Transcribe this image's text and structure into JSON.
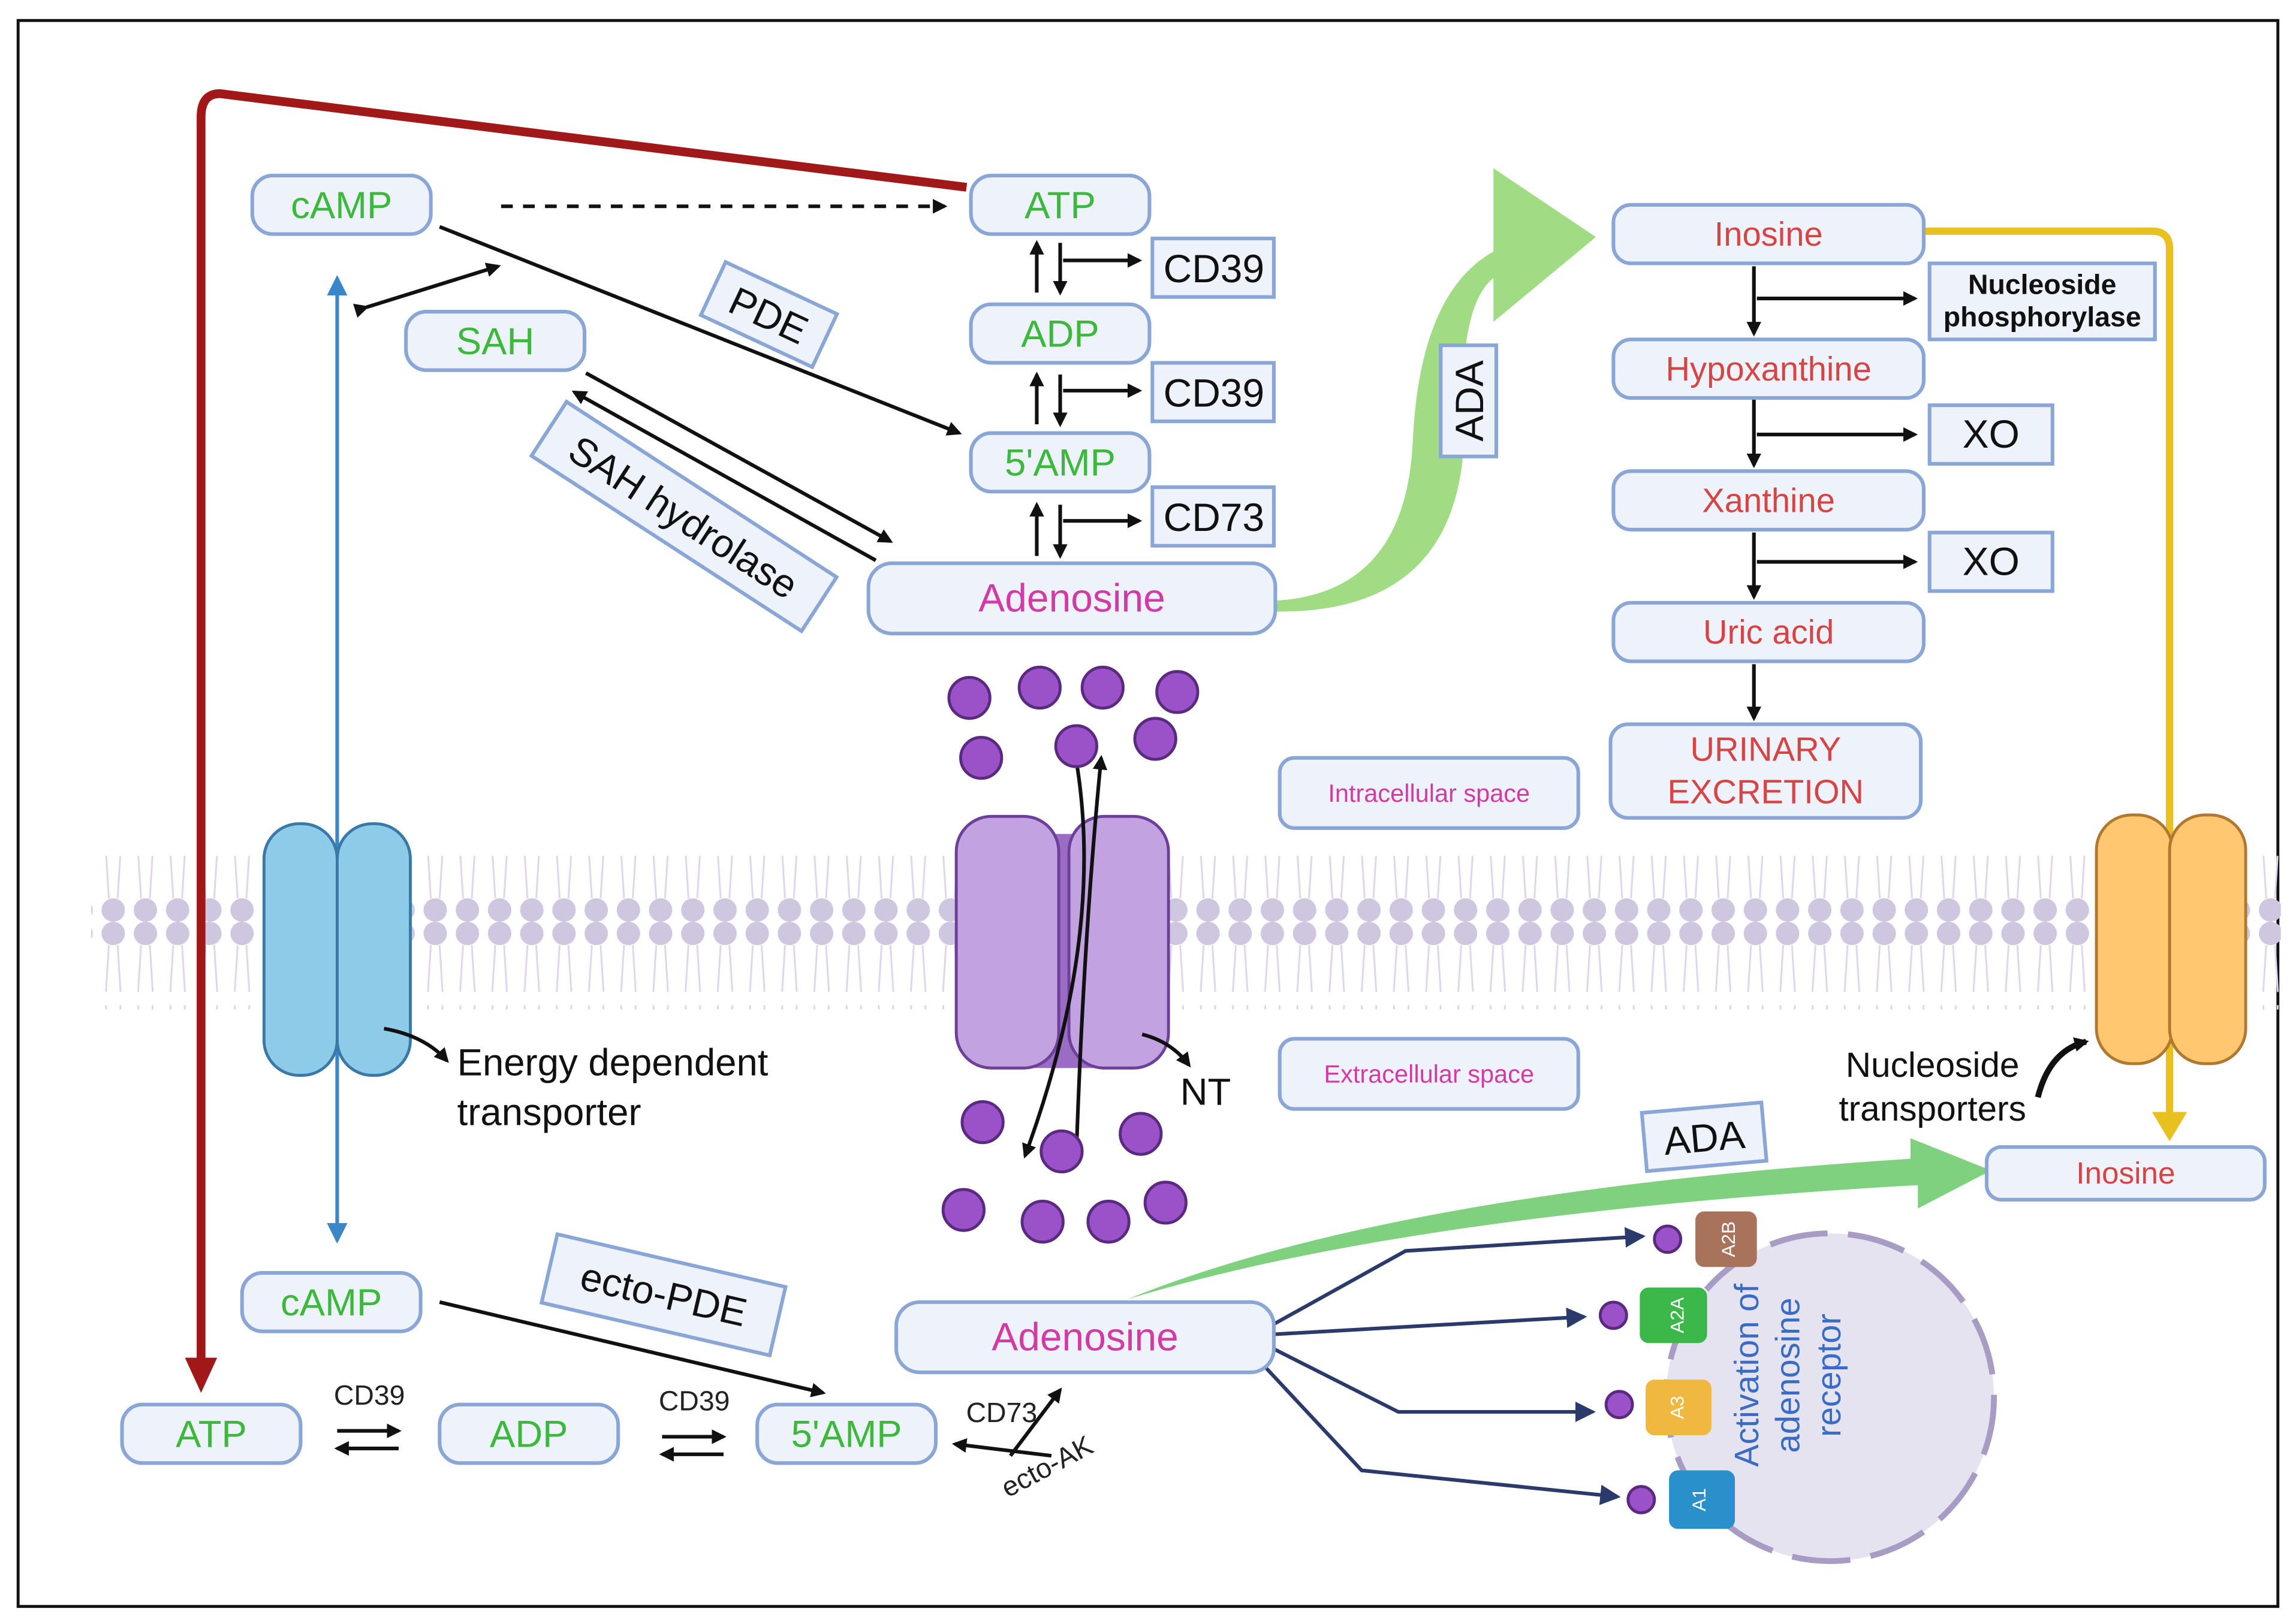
{
  "colors": {
    "green_label": "#3cb83c",
    "adenosine": "#d23aa6",
    "purine": "#d64545",
    "box_fill": "#eef3fb",
    "box_stroke": "#8aa6d6",
    "red_arrow": "#a01818",
    "yellow_arrow": "#e8c020",
    "ada_arrow": "#86d67a",
    "blue_arrow": "#3a86c8",
    "membrane": "#cfc6e0",
    "nt_channel": "#b58ed8",
    "edt_channel": "#8ecbe8",
    "ns_transporter": "#ffc870",
    "receptor_area": "#e6e3f0"
  },
  "intracellular": {
    "camp": "cAMP",
    "atp": "ATP",
    "adp": "ADP",
    "amp": "5'AMP",
    "sah": "SAH",
    "adenosine": "Adenosine",
    "cd39_1": "CD39",
    "cd39_2": "CD39",
    "cd73": "CD73",
    "pde": "PDE",
    "sah_hydrolase": "SAH hydrolase",
    "ada": "ADA",
    "inosine": "Inosine",
    "nucleoside_phosphorylase_1": "Nucleoside",
    "nucleoside_phosphorylase_2": "phosphorylase",
    "hypoxanthine": "Hypoxanthine",
    "xo_1": "XO",
    "xanthine": "Xanthine",
    "xo_2": "XO",
    "uric_acid": "Uric acid",
    "urinary_1": "URINARY",
    "urinary_2": "EXCRETION",
    "space_label": "Intracellular space"
  },
  "membrane": {
    "edt_1": "Energy dependent",
    "edt_2": "transporter",
    "nt": "NT",
    "nst_1": "Nucleoside",
    "nst_2": "transporters"
  },
  "extracellular": {
    "space_label": "Extracellular space",
    "ada": "ADA",
    "inosine": "Inosine",
    "camp": "cAMP",
    "ecto_pde": "ecto-PDE",
    "atp": "ATP",
    "adp": "ADP",
    "amp": "5'AMP",
    "cd39_1": "CD39",
    "cd39_2": "CD39",
    "cd73": "CD73",
    "ecto_ak": "ecto-AK",
    "adenosine": "Adenosine",
    "receptors": [
      "A2B",
      "A2A",
      "A3",
      "A1"
    ],
    "activation_1": "Activation of",
    "activation_2": "adenosine",
    "activation_3": "receptor"
  }
}
